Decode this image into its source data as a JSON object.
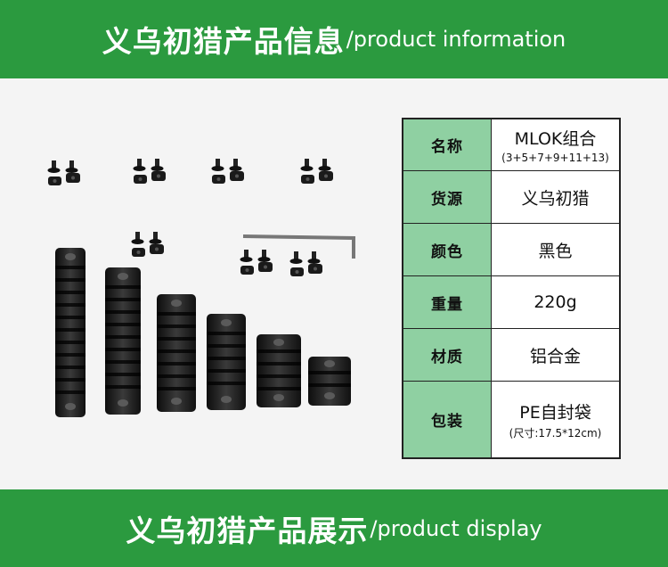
{
  "header": {
    "title_cn": "义乌初猎产品信息",
    "title_en": "/product information"
  },
  "footer": {
    "title_cn": "义乌初猎产品展示",
    "title_en": "/product display"
  },
  "spec": {
    "name_label": "名称",
    "name_value": "MLOK组合",
    "name_sub": "(3+5+7+9+11+13)",
    "source_label": "货源",
    "source_value": "义乌初猎",
    "color_label": "颜色",
    "color_value": "黑色",
    "weight_label": "重量",
    "weight_value": "220g",
    "material_label": "材质",
    "material_value": "铝合金",
    "package_label": "包装",
    "package_value": "PE自封袋",
    "package_sub": "(尺寸:17.5*12cm)"
  },
  "colors": {
    "banner": "#2b9a3f",
    "label_bg": "#8fd0a2",
    "rail": "#1c1c1c"
  }
}
